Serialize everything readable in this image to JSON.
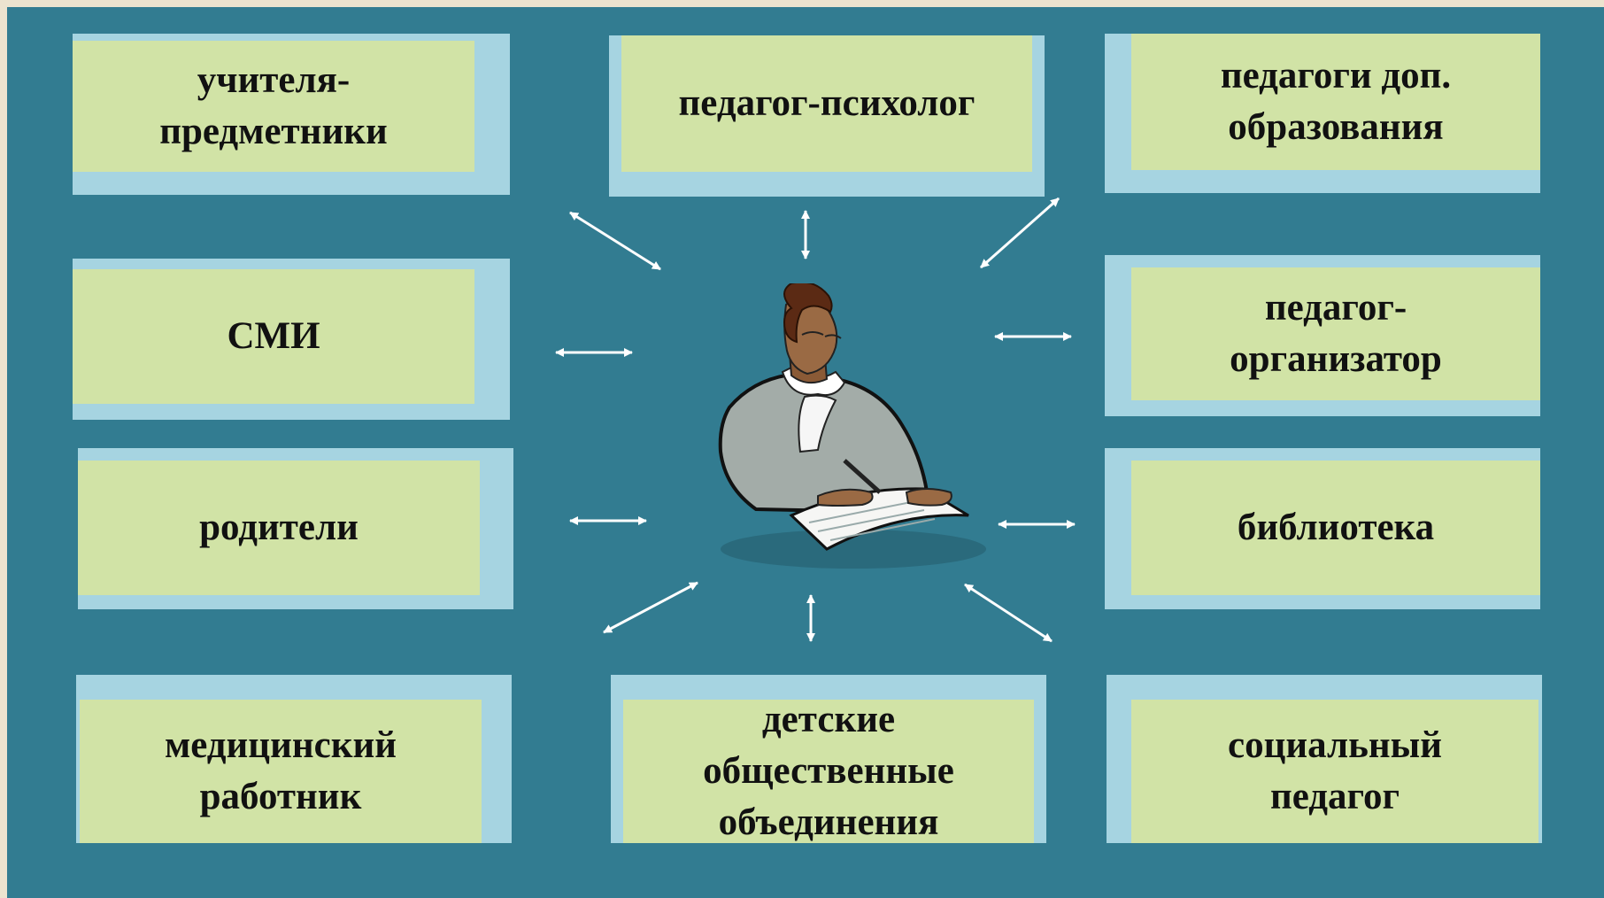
{
  "diagram": {
    "boxes": [
      {
        "id": "uchitelya",
        "label": "учителя-\nпредметники"
      },
      {
        "id": "psiholog",
        "label": "педагог-психолог"
      },
      {
        "id": "dop",
        "label": "педагоги доп.\nобразования"
      },
      {
        "id": "smi",
        "label": "СМИ"
      },
      {
        "id": "organizator",
        "label": "педагог-\nорганизатор"
      },
      {
        "id": "roditeli",
        "label": "родители"
      },
      {
        "id": "biblioteka",
        "label": "библиотека"
      },
      {
        "id": "medrabotnik",
        "label": "медицинский\nработник"
      },
      {
        "id": "obedineniya",
        "label": "детские\nобщественные\nобъединения"
      },
      {
        "id": "socpedagog",
        "label": "социальный\nпедагог"
      }
    ],
    "center_figure": "teacher-illustration",
    "connector": "bidirectional-arrow"
  },
  "colors": {
    "background": "#327c91",
    "box_front": "#d1e3a6",
    "box_back": "#a6d4e1",
    "arrow": "#ffffff",
    "frame": "#ece3cf"
  }
}
